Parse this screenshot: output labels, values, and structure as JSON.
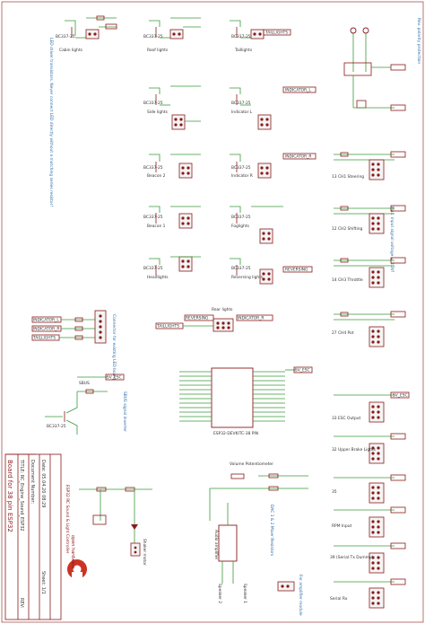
{
  "led_drivers_note": "LED driver transistors. Never connect LED directly without a matching series resistor!",
  "max_signal_note": "Max. input signal voltage = 3.3V!",
  "reverse_polarity_note": "Rev. polarity protection",
  "transistor_part": "BC337-25",
  "led_outputs": [
    {
      "id": "cabin",
      "label": "Cabin lights"
    },
    {
      "id": "roof",
      "label": "Roof lights"
    },
    {
      "id": "tail",
      "label": "Taillights"
    },
    {
      "id": "side",
      "label": "Side lights"
    },
    {
      "id": "indl",
      "label": "Indicator L"
    },
    {
      "id": "beacon2",
      "label": "Beacon 2"
    },
    {
      "id": "indr",
      "label": "Indicator R"
    },
    {
      "id": "beacon1",
      "label": "Beacon 1"
    },
    {
      "id": "fog",
      "label": "Foglights"
    },
    {
      "id": "head",
      "label": "Headlights"
    },
    {
      "id": "rev",
      "label": "Reversing lights"
    }
  ],
  "net_labels": {
    "taillights": "TAILLIGHTS",
    "indicator_l": "INDICATOR_L",
    "indicator_r": "INDICATOR_R",
    "reversing": "REVERSING",
    "v5_esc": "5V_ESC"
  },
  "connector_label": "Connector for existing LED board",
  "rear_lights_label": "Rear lights",
  "sbus_label": "SBUS signal inverter",
  "sbus_net": "SBUS",
  "mcu_label": "ESP32-DEVKITC-38 PIN",
  "inputs": [
    {
      "id": "ch1",
      "label": "13 CH1 Steering"
    },
    {
      "id": "ch2",
      "label": "12 CH2 Shifting"
    },
    {
      "id": "ch3",
      "label": "14 CH3 Throttle"
    },
    {
      "id": "ch4",
      "label": "27 CH4 Pot"
    }
  ],
  "outputs": [
    {
      "id": "esc",
      "label": "33 ESC Output"
    },
    {
      "id": "brake",
      "label": "32 Upper Brake Lights"
    },
    {
      "id": "p35",
      "label": "35"
    },
    {
      "id": "rpm",
      "label": "RPM Input"
    },
    {
      "id": "tx",
      "label": "39 (Serial Tx Dummy)"
    },
    {
      "id": "rx",
      "label": "Serial Rx"
    }
  ],
  "volume_label": "Volume Potentiometer",
  "dac_label": "DAC 1 & 2 Mixer Resistors",
  "audio_amp_label": "Audio amplifier",
  "speaker1_label": "Speaker 1",
  "speaker2_label": "Speaker 2",
  "amp_connector_label": "For amplifier module",
  "shaker_label": "Shaker motor",
  "pcb_title": "ESP32 RC Sound & Light Controller",
  "brand_label": "open hardware",
  "title_block": {
    "board_for": "Board for 38 pin ESP32",
    "title": "TITLE: RC_Engine_Sound_ESP32",
    "document_number": "Document Number:",
    "rev": "REV:",
    "date": "Date: 05.04.20 08:29",
    "sheet": "Sheet: 1/1"
  },
  "colors": {
    "wire": "#3a9a3a",
    "part": "#8a1a1a",
    "text": "#333333",
    "annotation": "#2e6ea8"
  }
}
